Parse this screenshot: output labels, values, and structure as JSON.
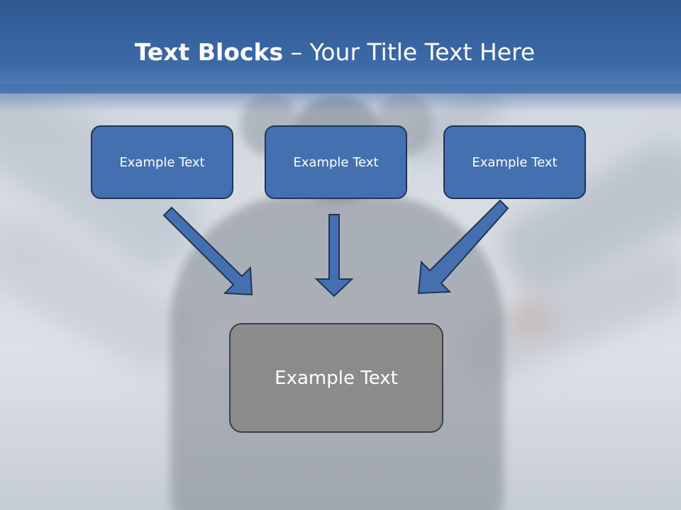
{
  "slide": {
    "title_bold": "Text Blocks",
    "title_separator": " – ",
    "title_rest": "Your Title Text Here"
  },
  "blocks": [
    {
      "label": "Example Text"
    },
    {
      "label": "Example Text"
    },
    {
      "label": "Example Text"
    }
  ],
  "main_block": {
    "label": "Example Text"
  },
  "colors": {
    "header": "#3c6aa8",
    "block_fill": "#4470b0",
    "block_border": "#1f3557",
    "main_fill": "#8b8b8b",
    "main_border": "#3f3f3f",
    "text": "#ffffff"
  }
}
